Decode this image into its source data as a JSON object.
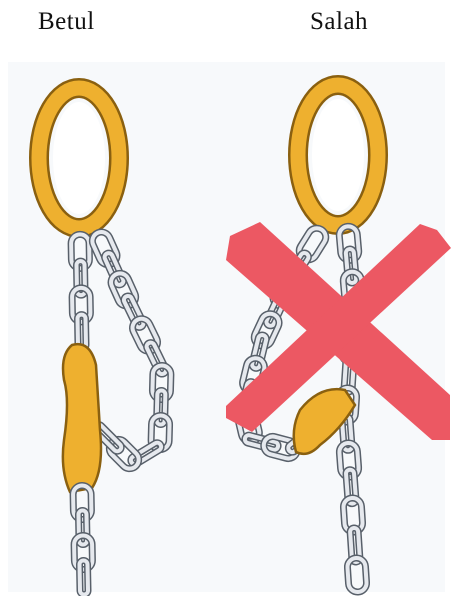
{
  "labels": {
    "correct": "Betul",
    "incorrect": "Salah"
  },
  "colors": {
    "ring": "#eeb02f",
    "ring_stroke": "#8a6010",
    "chain": "#e6e9ee",
    "chain_stroke": "#58606a",
    "cross": "#ec5863",
    "background": "#ffffff",
    "panel": "#f7f9fb"
  },
  "icons": {
    "correct_rig": "chain-sling-correct-illustration",
    "incorrect_rig": "chain-sling-incorrect-illustration",
    "cross": "red-cross-icon"
  }
}
